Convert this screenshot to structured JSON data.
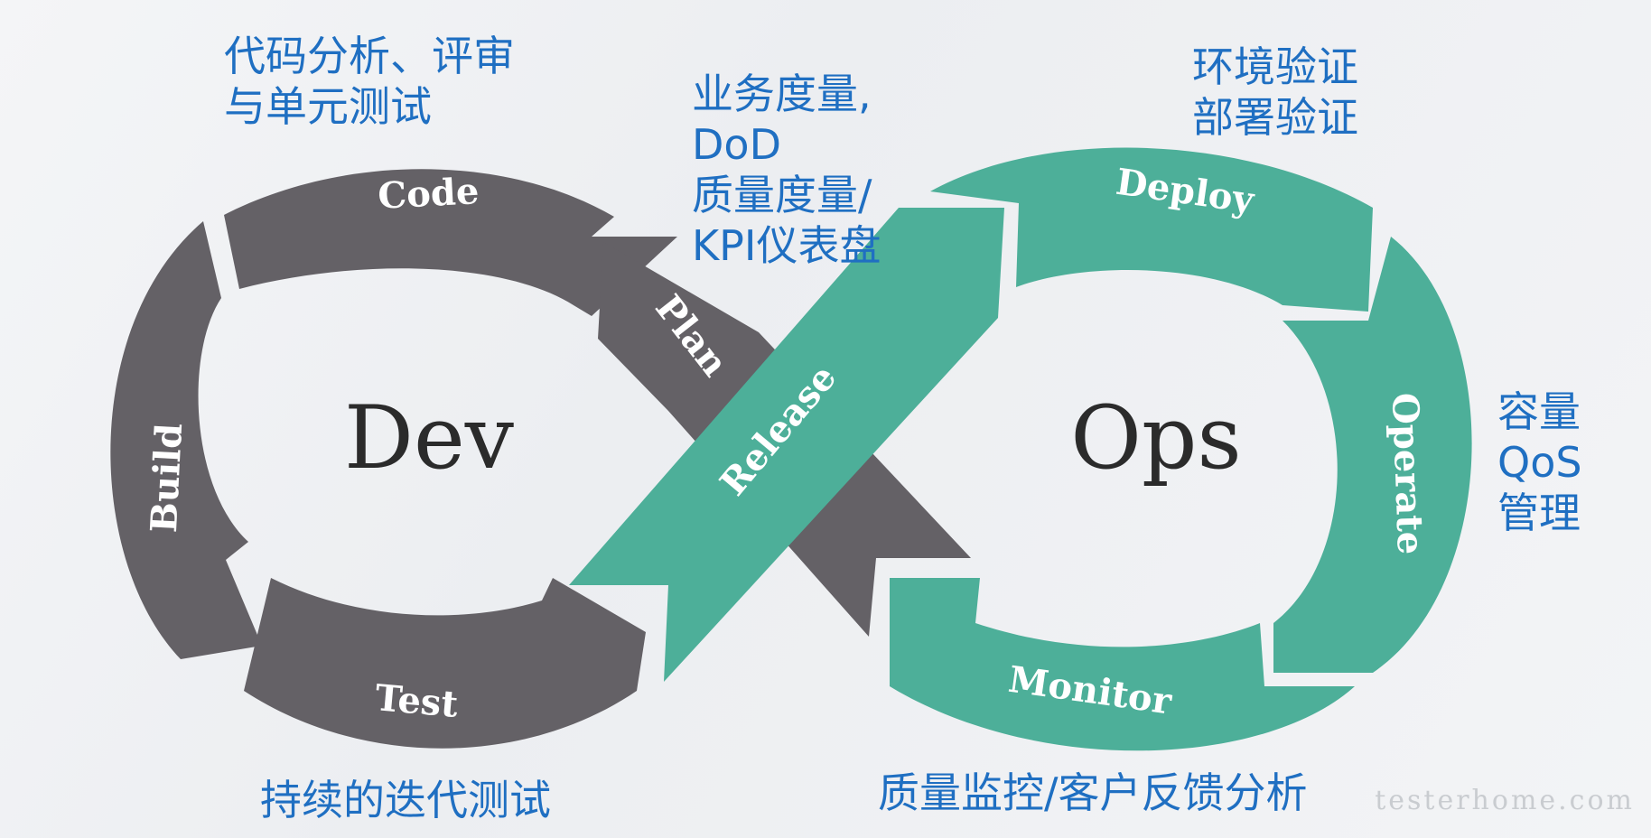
{
  "colors": {
    "dev": "#646166",
    "ops": "#4daf99",
    "annotation": "#1f6fc2",
    "center_text": "#2b2b2b"
  },
  "diagram": {
    "dev_label": "Dev",
    "ops_label": "Ops",
    "segments": {
      "code": "Code",
      "plan": "Plan",
      "build": "Build",
      "test": "Test",
      "release": "Release",
      "deploy": "Deploy",
      "operate": "Operate",
      "monitor": "Monitor"
    }
  },
  "annotations": {
    "code_analysis": [
      "代码分析、评审",
      "与单元测试"
    ],
    "plan_metrics": [
      "业务度量,",
      "DoD",
      "质量度量/",
      "KPI仪表盘"
    ],
    "deploy_verify": [
      "环境验证",
      "部署验证"
    ],
    "capacity": [
      "容量",
      "QoS",
      "管理"
    ],
    "iterative_test": "持续的迭代测试",
    "monitoring": "质量监控/客户反馈分析"
  },
  "watermark": "testerhome.com"
}
